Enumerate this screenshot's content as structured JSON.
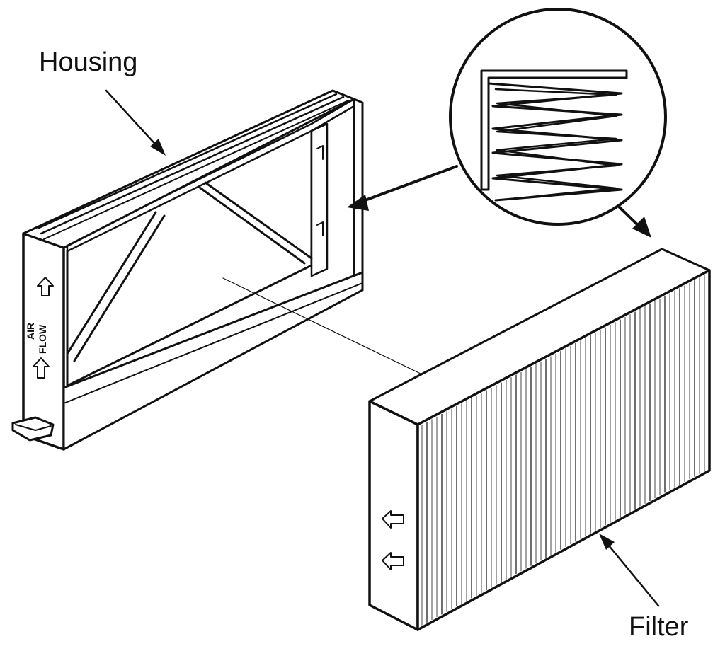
{
  "labels": {
    "housing": "Housing",
    "filter": "Filter",
    "air_flow_top": "AIR",
    "air_flow_bottom": "FLOW"
  },
  "colors": {
    "ink": "#111111",
    "background": "#ffffff"
  }
}
